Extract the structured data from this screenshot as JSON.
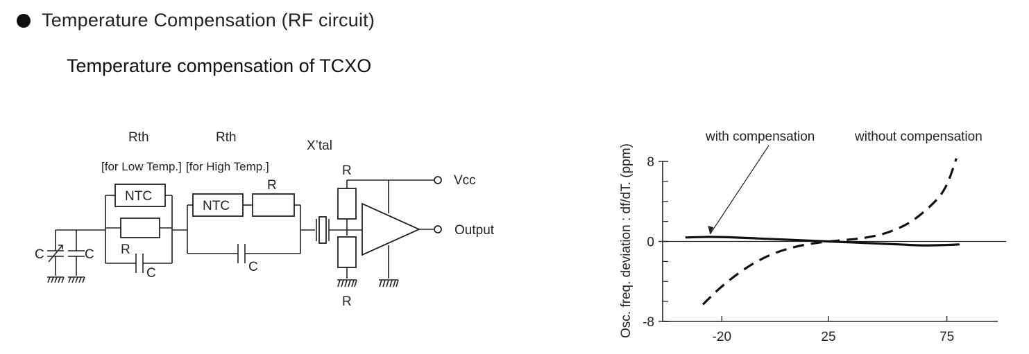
{
  "heading": "Temperature Compensation (RF circuit)",
  "subheading": "Temperature compensation of TCXO",
  "circuit": {
    "rth_low_label": "Rth",
    "rth_low_note": "[for Low Temp.]",
    "rth_high_label": "Rth",
    "rth_high_note": "[for High Temp.]",
    "xtal_label": "X’tal",
    "ntc_low": "NTC",
    "ntc_high": "NTC",
    "r_parallel_low": "R",
    "r_series_high": "R",
    "r_top": "R",
    "r_bottom": "R",
    "c_variable": "C",
    "c_fixed": "C",
    "c_low": "C",
    "c_high": "C",
    "vcc": "Vcc",
    "output": "Output"
  },
  "chart_data": {
    "type": "line",
    "ylabel": "Osc. freq. deviation : df/dT. (ppm)",
    "xlabel": "",
    "x_ticks": [
      -20,
      25,
      75
    ],
    "y_ticks": [
      8,
      0,
      -8
    ],
    "xlim": [
      -45,
      100
    ],
    "ylim": [
      -8,
      8
    ],
    "series": [
      {
        "name": "with compensation",
        "style": "solid",
        "x": [
          -35,
          -25,
          -15,
          -5,
          5,
          15,
          25,
          35,
          45,
          55,
          65,
          75,
          80
        ],
        "y": [
          0.4,
          0.45,
          0.4,
          0.3,
          0.2,
          0.1,
          0.0,
          -0.1,
          -0.2,
          -0.3,
          -0.4,
          -0.35,
          -0.3
        ]
      },
      {
        "name": "without compensation",
        "style": "dashed",
        "x": [
          -28,
          -20,
          -10,
          0,
          10,
          20,
          30,
          40,
          50,
          60,
          70,
          75,
          79
        ],
        "y": [
          -6.3,
          -4.5,
          -2.7,
          -1.4,
          -0.6,
          -0.15,
          0.1,
          0.35,
          0.9,
          2.0,
          4.0,
          5.7,
          8.3
        ]
      }
    ],
    "annotations": [
      "with compensation",
      "without compensation"
    ]
  }
}
